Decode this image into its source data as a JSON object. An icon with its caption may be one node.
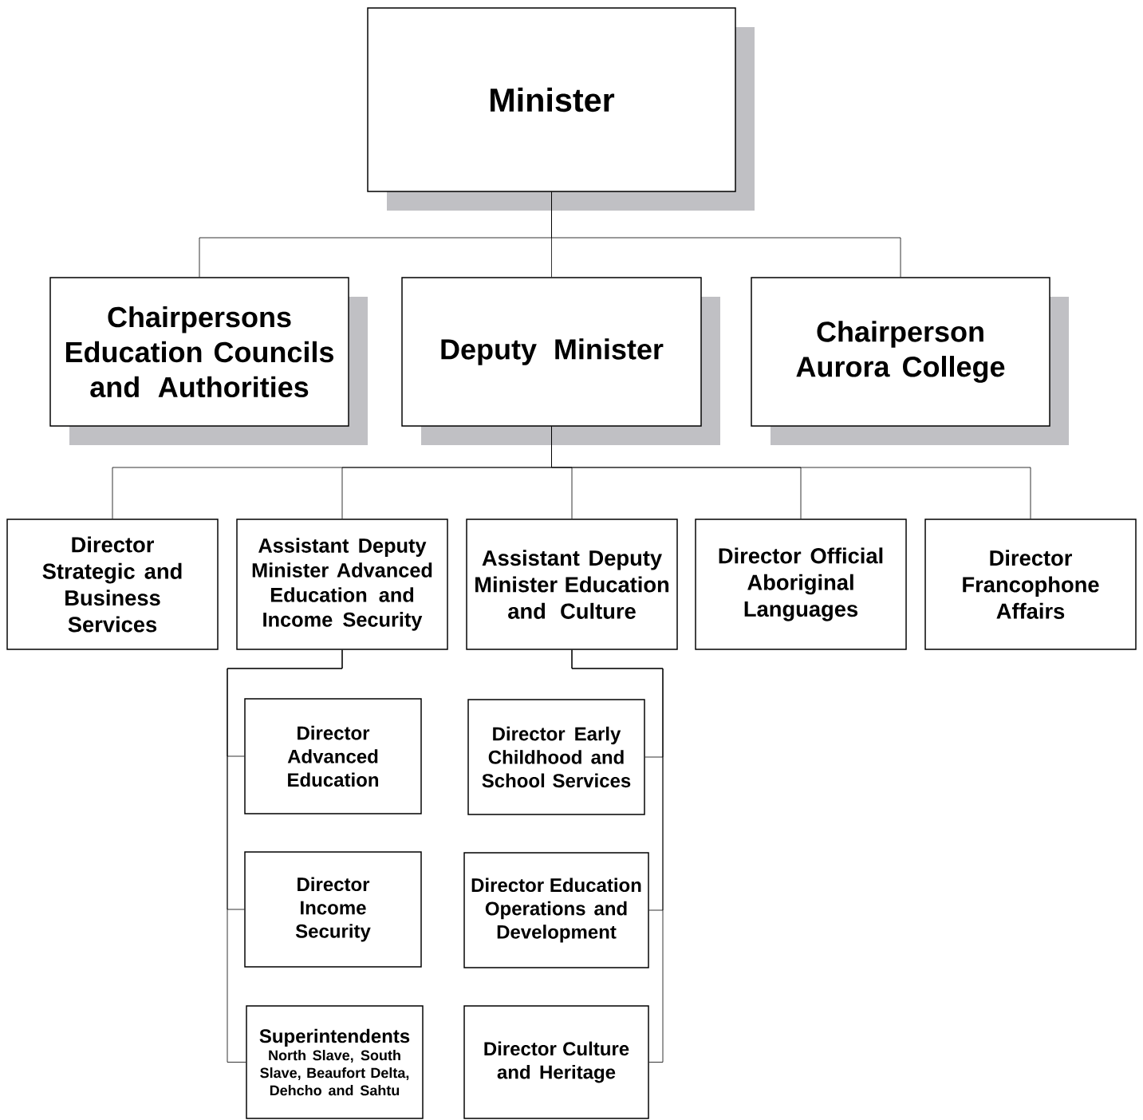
{
  "diagram": {
    "nodes": [
      {
        "text": [
          "Minister"
        ]
      },
      {
        "text": [
          "Chairpersons Education Councils and Authorities"
        ]
      },
      {
        "text": [
          "Deputy Minister"
        ]
      },
      {
        "text": [
          "Chairperson Aurora College"
        ]
      },
      {
        "text": [
          "Director Strategic and Business Services"
        ]
      },
      {
        "text": [
          "Assistant Deputy Minister Advanced Education and Income Security"
        ]
      },
      {
        "text": [
          "Assistant Deputy Minister Education and Culture"
        ]
      },
      {
        "text": [
          "Director Official Aboriginal Languages"
        ]
      },
      {
        "text": [
          "Director Francophone Affairs"
        ]
      },
      {
        "text": [
          "Director Advanced Education"
        ]
      },
      {
        "text": [
          "Director Early Childhood and School Services"
        ]
      },
      {
        "text": [
          "Director Income Security"
        ]
      },
      {
        "text": [
          "Director Education Operations and Development"
        ]
      },
      {
        "text": [
          "Superintendents",
          "North Slave, South Slave, Beaufort Delta, Dehcho and Sahtu"
        ]
      },
      {
        "text": [
          "Director Culture and Heritage"
        ]
      }
    ],
    "edges": [
      {
        "from": 0,
        "to": 1,
        "arrow": "none"
      },
      {
        "from": 0,
        "to": 2,
        "arrow": "none"
      },
      {
        "from": 0,
        "to": 3,
        "arrow": "none"
      },
      {
        "from": 2,
        "to": 4,
        "arrow": "none"
      },
      {
        "from": 2,
        "to": 5,
        "arrow": "none"
      },
      {
        "from": 2,
        "to": 6,
        "arrow": "none"
      },
      {
        "from": 2,
        "to": 7,
        "arrow": "none"
      },
      {
        "from": 2,
        "to": 8,
        "arrow": "none"
      },
      {
        "from": 5,
        "to": 9,
        "arrow": "none"
      },
      {
        "from": 5,
        "to": 11,
        "arrow": "none"
      },
      {
        "from": 5,
        "to": 13,
        "arrow": "none"
      },
      {
        "from": 6,
        "to": 10,
        "arrow": "none"
      },
      {
        "from": 6,
        "to": 12,
        "arrow": "none"
      },
      {
        "from": 6,
        "to": 14,
        "arrow": "none"
      }
    ]
  }
}
